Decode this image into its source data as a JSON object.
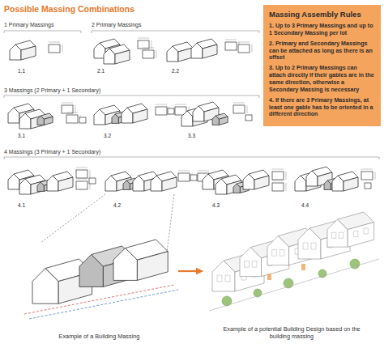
{
  "diagram": {
    "title": "Possible Massing Combinations",
    "nodes": [
      {
        "text": [
          "Massing Assembly Rules",
          "1. Up to 3 Primary Massings and up to 1 Secondary Massing per lot",
          "2. Primary and Secondary Massings can be attached as long as there is an offset",
          "3. Up to 2 Primary Massings can attach directly if their gables are in the same direction, otherwise a Secondary Massing is necessary",
          "4. If there are 3 Primary Massings, at least one gable has to be oriented in a different direction"
        ]
      },
      {
        "text": [
          "Example of a Building Massing"
        ]
      },
      {
        "text": [
          "Example of a potential Building Design based on the building massing"
        ]
      }
    ],
    "edges": [
      {
        "from": 1,
        "to": 2,
        "arrow": "to"
      }
    ],
    "labels": [
      "1 Primary Massings",
      "2 Primary Massings",
      "1.1",
      "2.1",
      "2.2",
      "3 Massings (2 Primary + 1 Secondary)",
      "3.1",
      "3.2",
      "3.3",
      "4 Massings (3 Primary + 1 Secondary)",
      "4.1",
      "4.2",
      "4.3",
      "4.4"
    ]
  }
}
